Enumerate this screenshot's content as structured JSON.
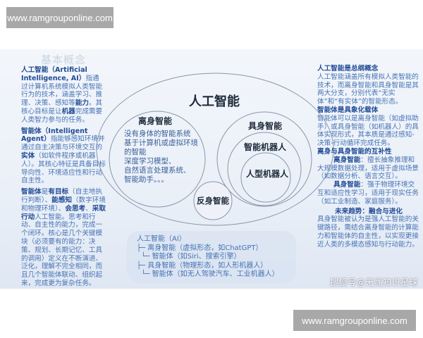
{
  "banner_top": "www.ramgrouponline.com",
  "banner_bottom": "www.ramgrouponline.com",
  "section_title": "基本概念",
  "left_column": [
    [
      {
        "t": "人工智能（Artificial Intelligence, AI）",
        "b": true
      },
      {
        "t": "指通过计算机系统模拟人类智能行为的技术，涵盖学习、推理、决策、感知等"
      },
      {
        "t": "能力",
        "b": true
      },
      {
        "t": "。其核心目标是让"
      },
      {
        "t": "机器",
        "b": true
      },
      {
        "t": "完成需要人类智力参与的任务。"
      }
    ],
    [
      {
        "t": "智能体（Intelligent Agent）",
        "b": true
      },
      {
        "t": "指能够感知环境并通过自主决策与环境交互的"
      },
      {
        "t": "实体",
        "b": true
      },
      {
        "t": "（如软件程序或机器人）。其核心特征是具备目标导向性、环境适应性和行动自主性。"
      }
    ],
    [
      {
        "t": "智能体",
        "b": true
      },
      {
        "t": "是"
      },
      {
        "t": "有目标",
        "b": true
      },
      {
        "t": "（自主地执行判断）、"
      },
      {
        "t": "能感知",
        "b": true
      },
      {
        "t": "（数字环境和物理环境）、"
      },
      {
        "t": "会思考",
        "b": true
      },
      {
        "t": "、"
      },
      {
        "t": "采取行动",
        "b": true
      },
      {
        "t": "人工智能。思考和行动、自主性的能力，完成一个闭环。核心是几个关键模块（必须要有的能力：决策、规划、长期记忆、工具的调用）定义在不断演进、泛化，理解不完全相同，而且几个智能体联动、组织起来，完成更为复杂任务。"
      }
    ]
  ],
  "diagram": {
    "outer": "人工智能",
    "disembodied": {
      "title": "离身智能",
      "desc": [
        "没有身体的智能系统",
        "基于计算机或虚拟环境",
        "的智能",
        "深度学习模型、",
        "自然语言处理系统、",
        "智能助手。。。"
      ]
    },
    "embodied": {
      "title": "具身智能",
      "inner": "智能机器人",
      "core": "人型机器人"
    },
    "reflexive": "反身智能"
  },
  "tree": [
    "人工智能（AI）",
    "├─ 离身智能（虚拟形态，如ChatGPT）",
    "  └─ 智能体（如Siri、搜索引擎）",
    "├─ 具身智能（物理形态，如人形机器人）",
    "  └─ 智能体（如无人驾驶汽车、工业机器人）"
  ],
  "right_column": [
    {
      "h": "人工智能是总纲概念",
      "body": "人工智能涵盖所有模拟人类智能的技术，而离身智能和具身智能是其两大分支，分别代表“无实体”和“有实体”的智能形态。"
    },
    {
      "h": "智能体是具象化载体",
      "body": "智能体可以是离身智能（如虚拟助手）或具身智能（如机器人）的具体实现形式，其本质是通过感知-决策-行动循环完成任务。"
    },
    {
      "h": "离身与具身智能的互补性",
      "body": ""
    },
    {
      "h": "离身智能",
      "inline": true,
      "body": "：擅长抽象推理和大规模数据处理，适用于虚拟场景（如数据分析、语言交互）。"
    },
    {
      "h": "具身智能",
      "inline": true,
      "body": "：强于物理环境交互和适应性学习，适用于现实任务（如工业制造、家庭服务）。"
    },
    {
      "h": "未来趋势：融合与进化",
      "center": true,
      "body": "具身智能被认为是强人工智能的关键路径，需结合离身智能的计算能力和智能体的自主性，以实现更接近人类的多模态感知与行动能力。"
    }
  ],
  "watermark": "搜狐号@无忧知识星球",
  "colors": {
    "heading": "#1f4a94",
    "body": "#4672b4",
    "background": "#eaf0f8",
    "banner": "#a8a8a8"
  }
}
